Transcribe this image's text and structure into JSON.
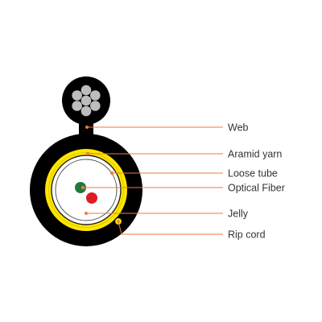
{
  "colors": {
    "jacket": "#000000",
    "aramid_yarn": "#ffe600",
    "steel_wire": "#bdbdbd",
    "leader_line": "#f07b3c",
    "fiber_green": "#1f7a3a",
    "fiber_red": "#e01b22",
    "jelly_fill": "#ffffff",
    "label_text": "#333333"
  },
  "labels": {
    "web": "Web",
    "aramid_yarn": "Aramid yarn",
    "loose_tube": "Loose tube",
    "optical_fiber": "Optical Fiber",
    "jelly": "Jelly",
    "rip_cord": "Rip cord"
  }
}
